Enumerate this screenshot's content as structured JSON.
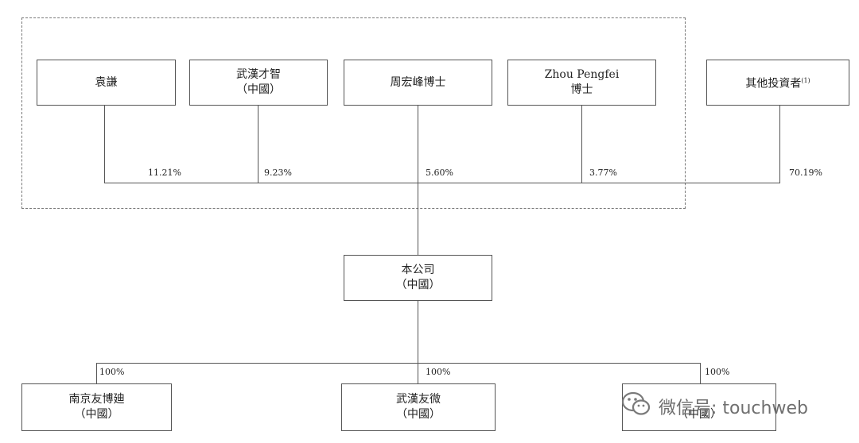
{
  "shareholders": [
    {
      "name": "袁謙",
      "sub": "",
      "pct": "11.21%"
    },
    {
      "name": "武漢才智",
      "sub": "（中國）",
      "pct": "9.23%"
    },
    {
      "name": "周宏峰博士",
      "sub": "",
      "pct": "5.60%"
    },
    {
      "name": "Zhou Pengfei",
      "sub": "博士",
      "pct": "3.77%"
    },
    {
      "name": "其他投資者",
      "note": "(1)",
      "sub": "",
      "pct": "70.19%"
    }
  ],
  "company": {
    "name": "本公司",
    "sub": "（中國）"
  },
  "subsidiaries": [
    {
      "name": "南京友博廸",
      "sub": "（中國）",
      "pct": "100%"
    },
    {
      "name": "武漢友微",
      "sub": "（中國）",
      "pct": "100%"
    },
    {
      "name": "",
      "sub": "（中國）",
      "pct": "100%"
    }
  ],
  "watermark": {
    "text": "微信号: touchweb",
    "icon": "wechat-icon"
  }
}
